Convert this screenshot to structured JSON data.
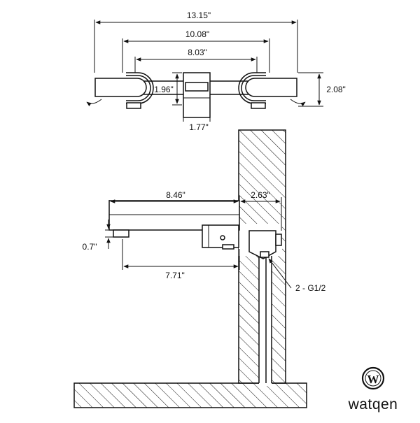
{
  "top_view": {
    "overall_width": "13.15\"",
    "handle_centers": "10.08\"",
    "handle_inner": "8.03\"",
    "spout_height": "1.96\"",
    "spout_width": "1.77\"",
    "handle_depth": "2.08\""
  },
  "side_view": {
    "spout_length": "8.46\"",
    "wall_depth": "2.63\"",
    "outlet_height": "0.7\"",
    "outlet_reach": "7.71\"",
    "connection": "2 - G1/2"
  },
  "brand": {
    "name": "watqen",
    "logo_letter": "W"
  }
}
